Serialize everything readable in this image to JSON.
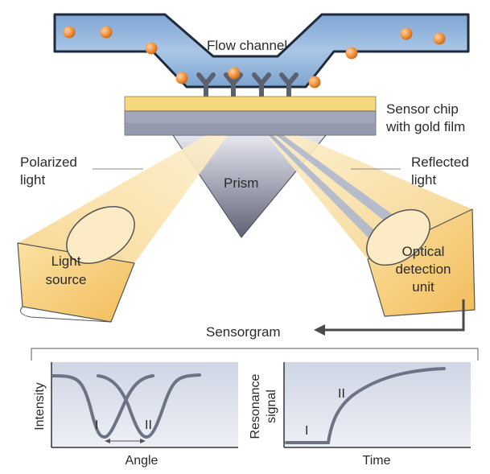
{
  "labels": {
    "flow_channel": "Flow channel",
    "sensor_chip_line1": "Sensor chip",
    "sensor_chip_line2": "with gold film",
    "polarized_line1": "Polarized",
    "polarized_line2": "light",
    "reflected_line1": "Reflected",
    "reflected_line2": "light",
    "prism": "Prism",
    "light_source_line1": "Light",
    "light_source_line2": "source",
    "detection_line1": "Optical",
    "detection_line2": "detection",
    "detection_line3": "unit",
    "sensorgram": "Sensorgram"
  },
  "plot_left": {
    "ylabel": "Intensity",
    "xlabel": "Angle",
    "curve1_label": "I",
    "curve2_label": "II"
  },
  "plot_right": {
    "ylabel_line1": "Resonance",
    "ylabel_line2": "signal",
    "xlabel": "Time",
    "phase1_label": "I",
    "phase2_label": "II"
  },
  "colors": {
    "channel_fill": "#8fb3d9",
    "channel_stroke": "#1f2a3a",
    "particle": "#f0923a",
    "gold_film": "#f5d77e",
    "chip_base": "#9fa3b8",
    "light_beam": "#fbe6b4",
    "cylinder": "#f7cf7a",
    "prism_dark": "#6e7080",
    "prism_light": "#d8dae3",
    "plot_bg": "#dde1ec",
    "curve": "#6b7385"
  }
}
